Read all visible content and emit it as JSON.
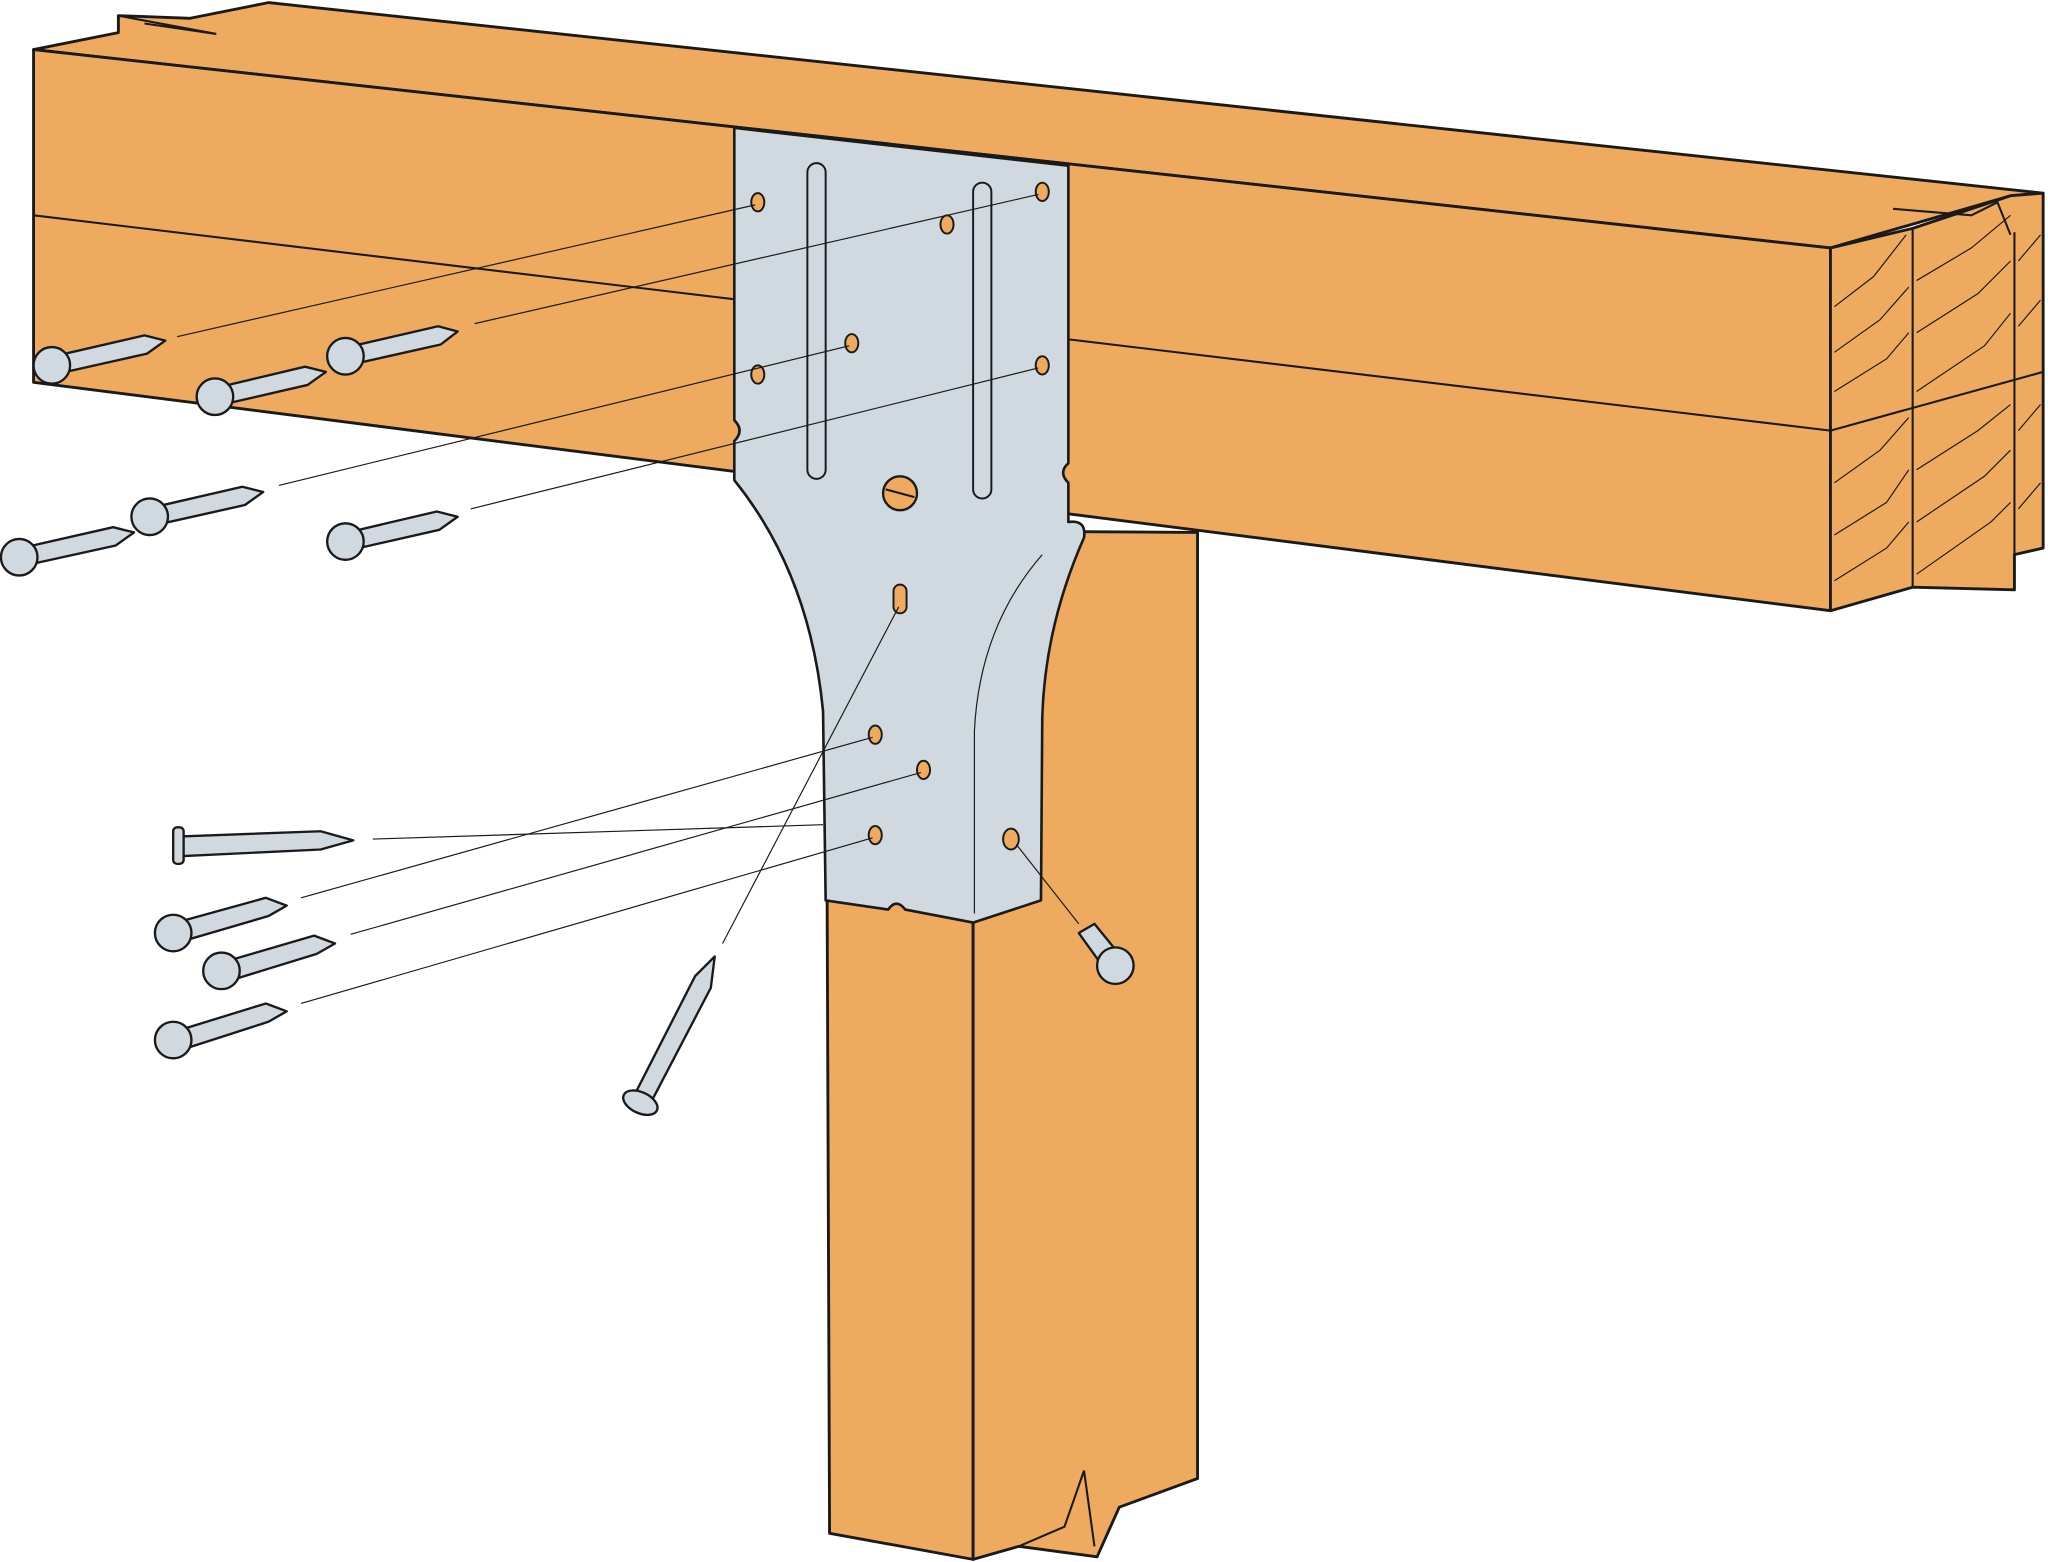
{
  "colors": {
    "wood": "#eeab5f",
    "metal": "#cfd9df",
    "outline": "#1a1a1a",
    "hole": "#eeab5f",
    "background": "#ffffff"
  },
  "components": {
    "beam": "beam",
    "post": "post",
    "connector": "post-cap-strap",
    "fasteners": "nails"
  }
}
